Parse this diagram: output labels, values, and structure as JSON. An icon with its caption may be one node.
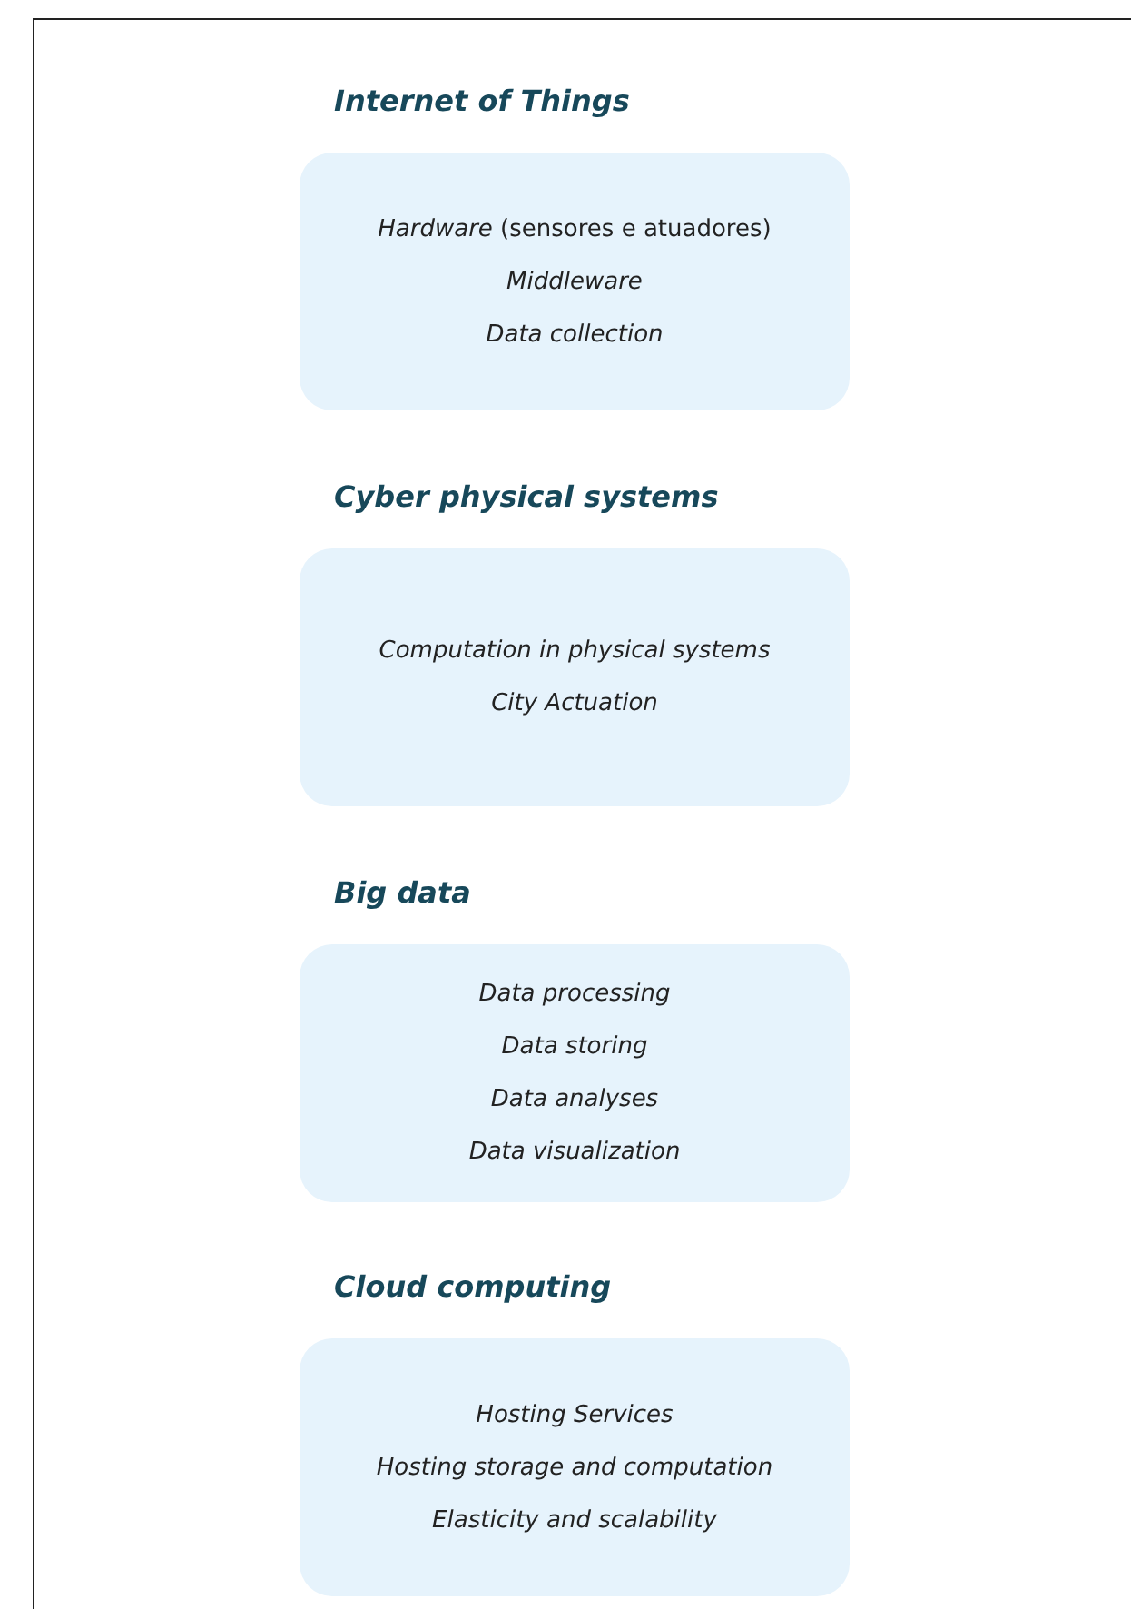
{
  "diagram": {
    "nodes": [
      {
        "text": [
          "Internet of  Things",
          "*Hardware* (sensores e atuadores)",
          "Middleware",
          "Data collection"
        ]
      },
      {
        "text": [
          "Cyber physical systems",
          "Computation in physical systems",
          "City Actuation"
        ]
      },
      {
        "text": [
          "Big data",
          "Data processing",
          "Data storing",
          "Data analyses",
          "Data visualization"
        ]
      },
      {
        "text": [
          "Cloud computing",
          "Hosting Services",
          "Hosting storage and computation",
          "Elasticity and scalability"
        ]
      }
    ],
    "edges": []
  }
}
